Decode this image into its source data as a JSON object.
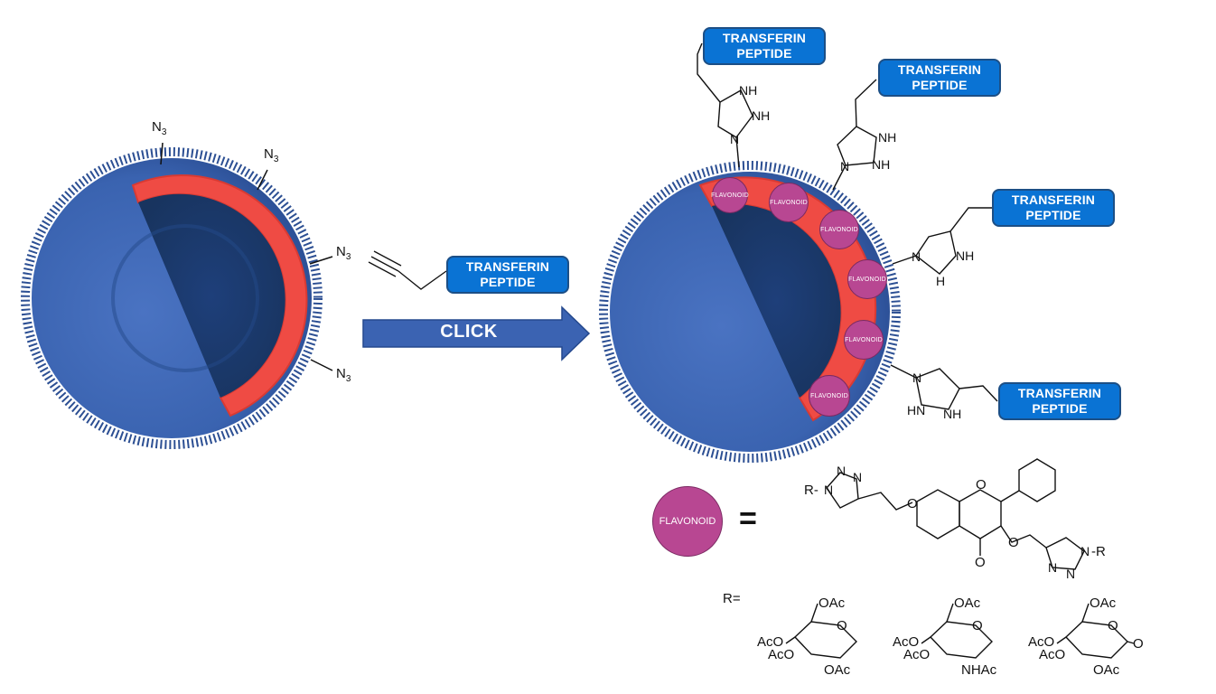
{
  "azide_label": "N",
  "azide_subscript": "3",
  "peptide_line1": "TRANSFERIN",
  "peptide_line2": "PEPTIDE",
  "click_label": "CLICK",
  "flavonoid_label": "FLAVONOID",
  "equals_sign": "=",
  "r_equals": "R=",
  "chem": {
    "nh": "NH",
    "hn": "HN",
    "n": "N",
    "h": "H",
    "r_dash": "R-",
    "dash_r": "-R",
    "o": "O",
    "oac": "OAc",
    "aco": "AcO",
    "nhac": "NHAc"
  },
  "colors": {
    "liposome_blue": "#3a63b0",
    "liposome_dark": "#1e3f7a",
    "bilayer_red": "#ef4b44",
    "peptide_box": "#0a73d4",
    "flavonoid": "#b84792",
    "arrow": "#3b63b2"
  }
}
